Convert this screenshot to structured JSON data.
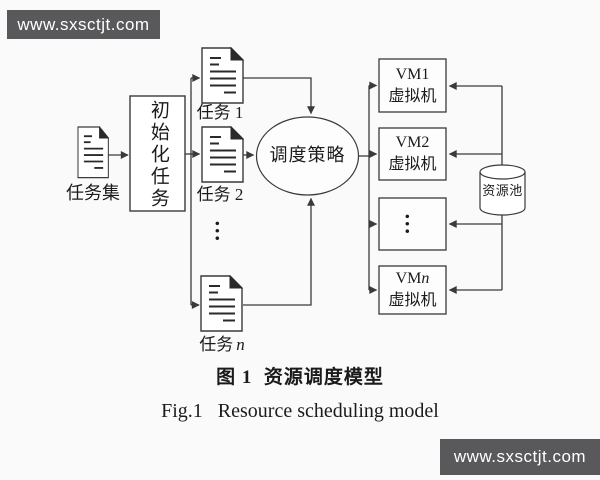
{
  "watermark": {
    "top_text": "www.sxsctjt.com",
    "bottom_text": "www.sxsctjt.com",
    "banner_bg": "#59595b",
    "banner_text_color": "#ffffff"
  },
  "figure": {
    "task_set_label": "任务集",
    "init_box_label": "初始化任务",
    "task1_label": "任务 1",
    "task2_label": "任务 2",
    "task_n_prefix": "任务",
    "task_n_var": "n",
    "vertical_dots": "…",
    "scheduler_label": "调度策略",
    "vms": [
      {
        "name": "VM1",
        "type": "虚拟机"
      },
      {
        "name": "VM2",
        "type": "虚拟机"
      }
    ],
    "vm_n_prefix": "VM",
    "vm_n_var": "n",
    "vm_n_type": "虚拟机",
    "resource_pool_label": "资源池",
    "line_color": "#3a3a3a"
  },
  "caption": {
    "title_zh": "图 1  资源调度模型",
    "title_en": "Fig.1   Resource scheduling model"
  }
}
